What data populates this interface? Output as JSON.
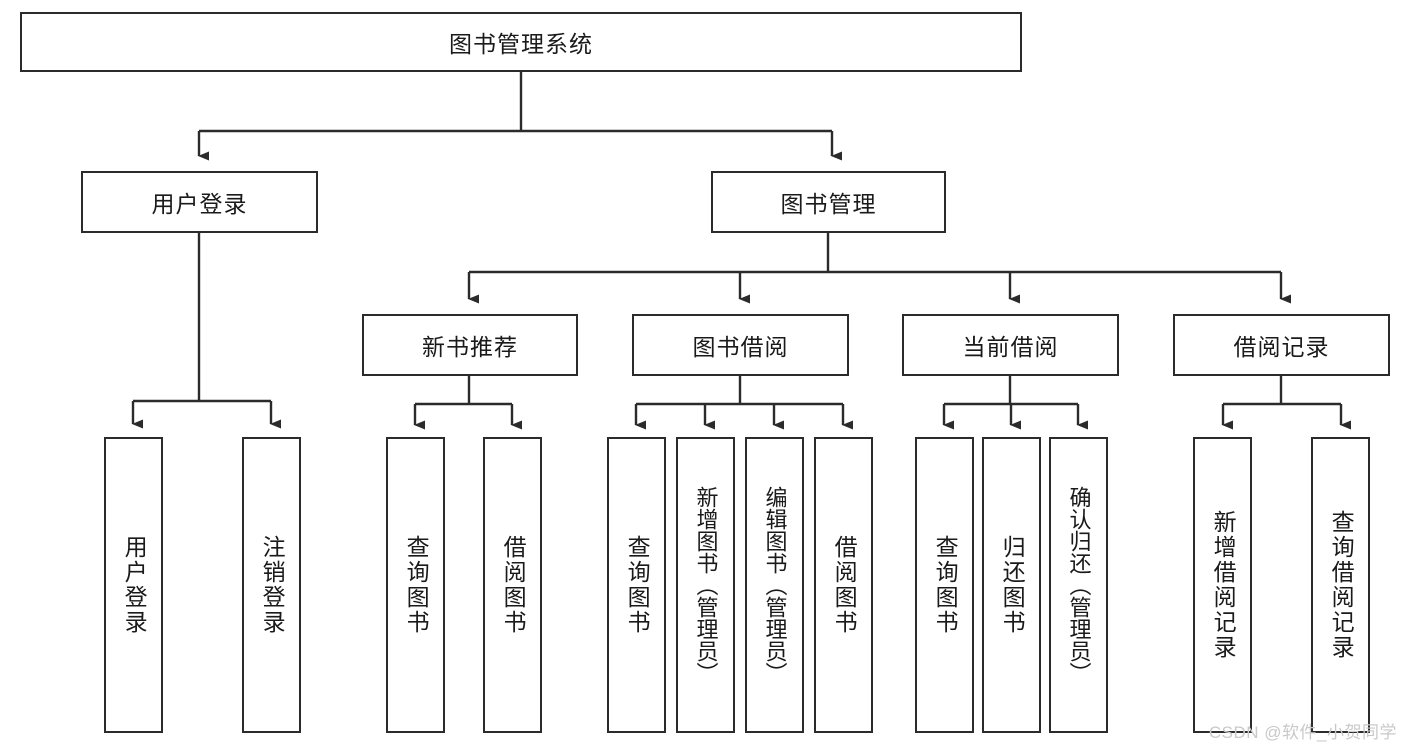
{
  "diagram": {
    "type": "tree",
    "title": "图书管理系统",
    "watermark": "CSDN @软件_小贺同学",
    "colors": {
      "box_border": "#2b2b2b",
      "box_fill": "#ffffff",
      "connector": "#2b2b2b",
      "text": "#1a1a1a",
      "watermark": "#c9c9c9",
      "background": "#ffffff"
    },
    "root": {
      "label": "图书管理系统"
    },
    "level1": [
      {
        "label": "用户登录"
      },
      {
        "label": "图书管理"
      }
    ],
    "level2": [
      {
        "label": "新书推荐"
      },
      {
        "label": "图书借阅"
      },
      {
        "label": "当前借阅"
      },
      {
        "label": "借阅记录"
      }
    ],
    "leaves": {
      "user_login": [
        {
          "label": "用户登录"
        },
        {
          "label": "注销登录"
        }
      ],
      "new_book": [
        {
          "label": "查询图书"
        },
        {
          "label": "借阅图书"
        }
      ],
      "book_borrow": [
        {
          "label": "查询图书"
        },
        {
          "label": "新增图书（管理员）"
        },
        {
          "label": "编辑图书（管理员）"
        },
        {
          "label": "借阅图书"
        }
      ],
      "current_borrow": [
        {
          "label": "查询图书"
        },
        {
          "label": "归还图书"
        },
        {
          "label": "确认归还（管理员）"
        }
      ],
      "borrow_record": [
        {
          "label": "新增借阅记录"
        },
        {
          "label": "查询借阅记录"
        }
      ]
    }
  }
}
